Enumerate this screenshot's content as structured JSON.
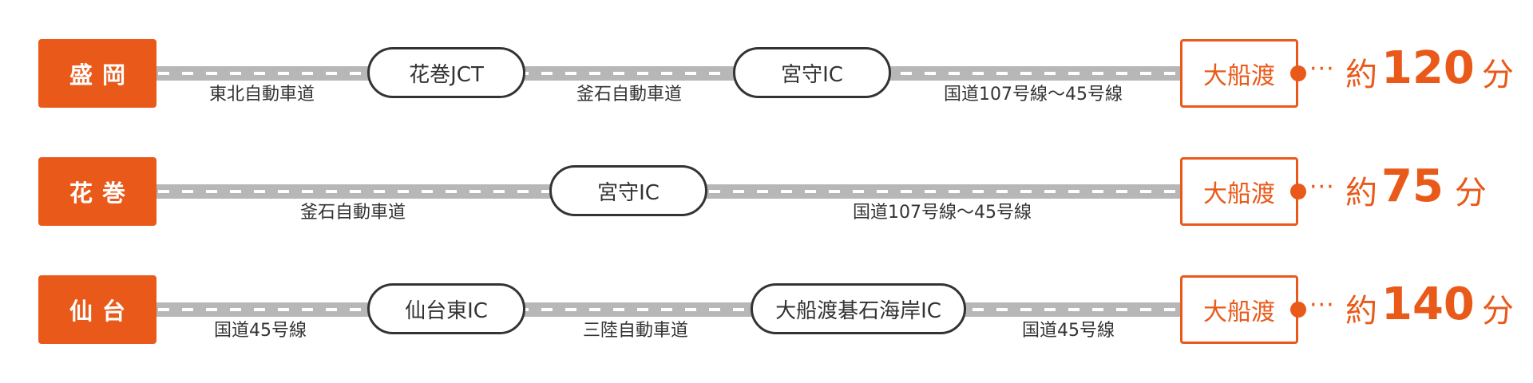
{
  "routes": [
    {
      "origin": "盛岡",
      "nodes": [
        "花巻JCT",
        "宮守IC"
      ],
      "roads": [
        "東北自動車道",
        "釜石自動車道",
        "国道107号線〜45号線"
      ],
      "destination": "大船渡",
      "time_prefix": "約",
      "time_value": "120",
      "time_unit": "分"
    },
    {
      "origin": "花巻",
      "nodes": [
        "宮守IC"
      ],
      "roads": [
        "釜石自動車道",
        "国道107号線〜45号線"
      ],
      "destination": "大船渡",
      "time_prefix": "約",
      "time_value": "75",
      "time_unit": "分"
    },
    {
      "origin": "仙台",
      "nodes": [
        "仙台東IC",
        "大船渡碁石海岸IC"
      ],
      "roads": [
        "国道45号線",
        "三陸自動車道",
        "国道45号線"
      ],
      "destination": "大船渡",
      "time_prefix": "約",
      "time_value": "140",
      "time_unit": "分"
    }
  ],
  "colors": {
    "accent": "#e95a1a",
    "road": "#b7b7b7",
    "text": "#333333"
  }
}
